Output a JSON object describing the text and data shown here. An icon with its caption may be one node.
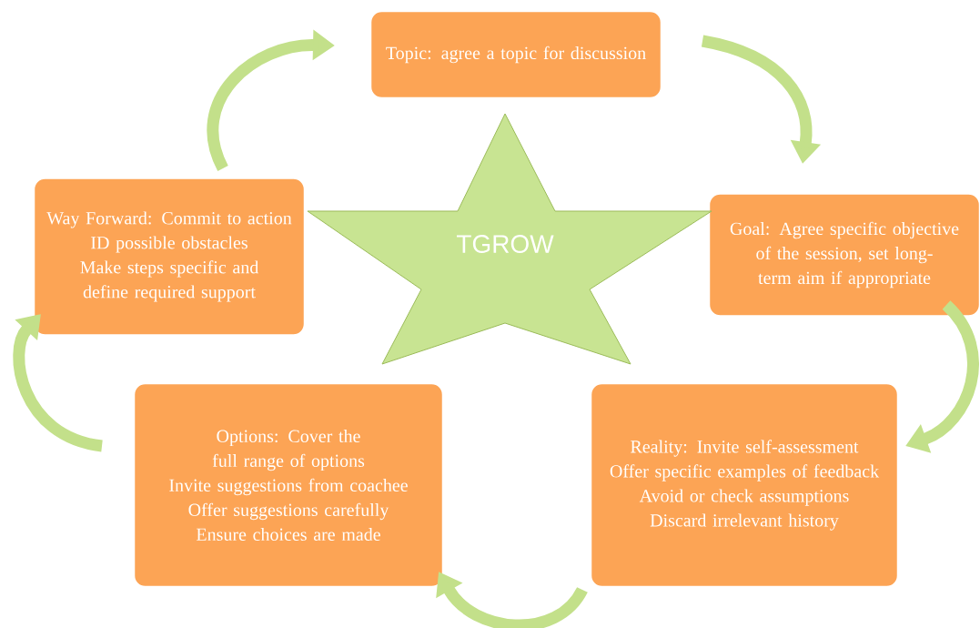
{
  "diagram": {
    "nodes": [
      {
        "text": [
          "Topic: agree a topic for discussion"
        ]
      },
      {
        "text": [
          "Goal: Agree specific objective of the session, set long-term aim if appropriate"
        ]
      },
      {
        "text": [
          "Reality: Invite self-assessment",
          "Offer specific examples of feedback",
          "Avoid or check assumptions",
          "Discard irrelevant history"
        ]
      },
      {
        "text": [
          "Options: Cover the full range of options",
          "Invite suggestions from coachee",
          "Offer suggestions carefully",
          "Ensure choices are made"
        ]
      },
      {
        "text": [
          "Way Forward: Commit to action",
          "ID possible obstacles",
          "Make steps specific and define required support"
        ]
      },
      {
        "text": [
          "TGROW"
        ]
      }
    ],
    "edges": [
      {
        "from": 0,
        "to": 1,
        "arrow": "to"
      },
      {
        "from": 1,
        "to": 2,
        "arrow": "to"
      },
      {
        "from": 2,
        "to": 3,
        "arrow": "to"
      },
      {
        "from": 3,
        "to": 4,
        "arrow": "to"
      },
      {
        "from": 4,
        "to": 0,
        "arrow": "to"
      }
    ]
  }
}
